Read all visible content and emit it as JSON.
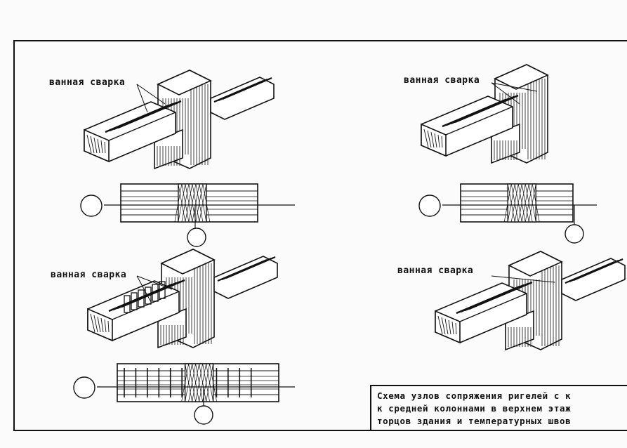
{
  "drawing": {
    "weld_labels": [
      "ванная сварка",
      "ванная сварка",
      "ванная сварка",
      "ванная сварка"
    ],
    "title_lines": [
      "Схема узлов сопряжения ригелей с к",
      "к средней колоннами в верхнем этаж",
      "торцов здания и температурных швов"
    ]
  }
}
